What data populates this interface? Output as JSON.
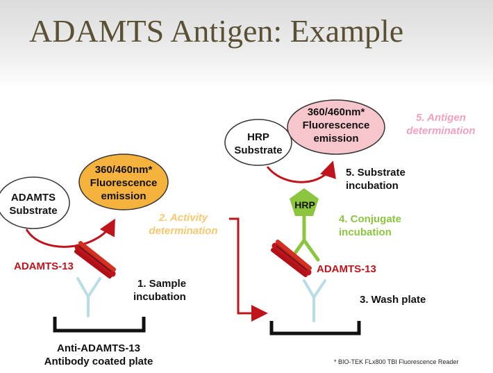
{
  "slide": {
    "title": "ADAMTS Antigen: Example",
    "footnote": "* BIO-TEK FLx800 TBI Fluorescence Reader"
  },
  "left": {
    "substrate_line1": "ADAMTS",
    "substrate_line2": "Substrate",
    "emission_line1": "360/460nm*",
    "emission_line2": "Fluorescence",
    "emission_line3": "emission",
    "enzyme_label": "ADAMTS-13",
    "step1_line1": "1. Sample",
    "step1_line2": "incubation",
    "plate_line1": "Anti-ADAMTS-13",
    "plate_line2": "Antibody coated plate"
  },
  "middle": {
    "step2_line1": "2. Activity",
    "step2_line2": "determination"
  },
  "right": {
    "substrate_line1": "HRP",
    "substrate_line2": "Substrate",
    "emission_line1": "360/460nm*",
    "emission_line2": "Fluorescence",
    "emission_line3": "emission",
    "step5_antigen_line1": "5. Antigen",
    "step5_antigen_line2": "determination",
    "step5_sub_line1": "5. Substrate",
    "step5_sub_line2": "incubation",
    "hrp_label": "HRP",
    "step4_line1": "4. Conjugate",
    "step4_line2": "incubation",
    "enzyme_label": "ADAMTS-13",
    "step3_label": "3. Wash plate"
  },
  "colors": {
    "title": "#5a5034",
    "enzyme_red": "#c0141c",
    "orange_ellipse": "#f5b23c",
    "pink_ellipse": "#f7c6cc",
    "green": "#8cc63e",
    "antibody": "#b9dde4",
    "activity_text": "#f7c86e",
    "antigen_text": "#f2a0bf"
  }
}
